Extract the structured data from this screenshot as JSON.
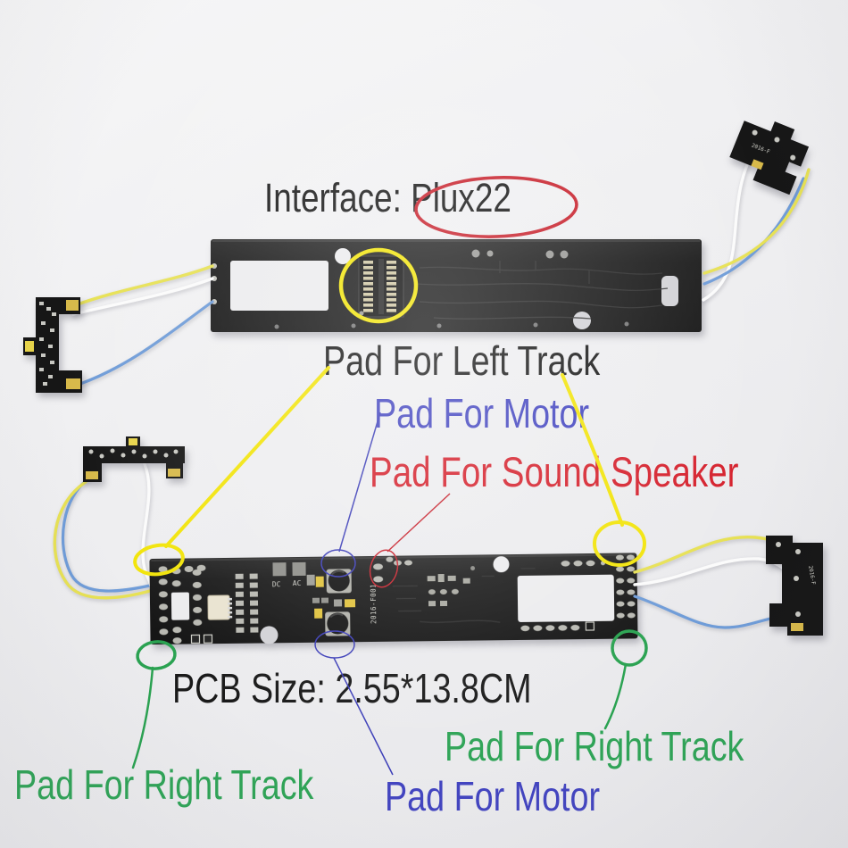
{
  "annotations": {
    "interface": {
      "text": "Interface: Plux22"
    },
    "pad_left_track": {
      "text": "Pad For Left Track"
    },
    "pad_motor_top": {
      "text": "Pad For Motor"
    },
    "pad_sound_speaker": {
      "text": "Pad For Sound Speaker"
    },
    "pcb_size": {
      "text": "PCB Size: 2.55*13.8CM"
    },
    "pad_right_track_left": {
      "text": "Pad For Right Track"
    },
    "pad_motor_bottom": {
      "text": "Pad For Motor"
    },
    "pad_right_track_right": {
      "text": "Pad For Right Track"
    }
  },
  "silkscreen": {
    "dc": "DC",
    "ac": "AC",
    "part_number": "2016-F001"
  },
  "colors": {
    "text_black": "#1a1a1a",
    "text_blue": "#4345c0",
    "text_red": "#d5202c",
    "text_green": "#2fa457",
    "annotation_yellow": "#f2e40a",
    "annotation_red": "#c8232e",
    "annotation_blue": "#3c3eb8",
    "annotation_green": "#2aa251",
    "pcb_black": "#1c1c1c",
    "pad_gray": "#b9b9b2",
    "wire_yellow": "#e7e155",
    "wire_white": "#fbfbfb",
    "wire_blue": "#6f9cd8",
    "background": "#ededef"
  }
}
